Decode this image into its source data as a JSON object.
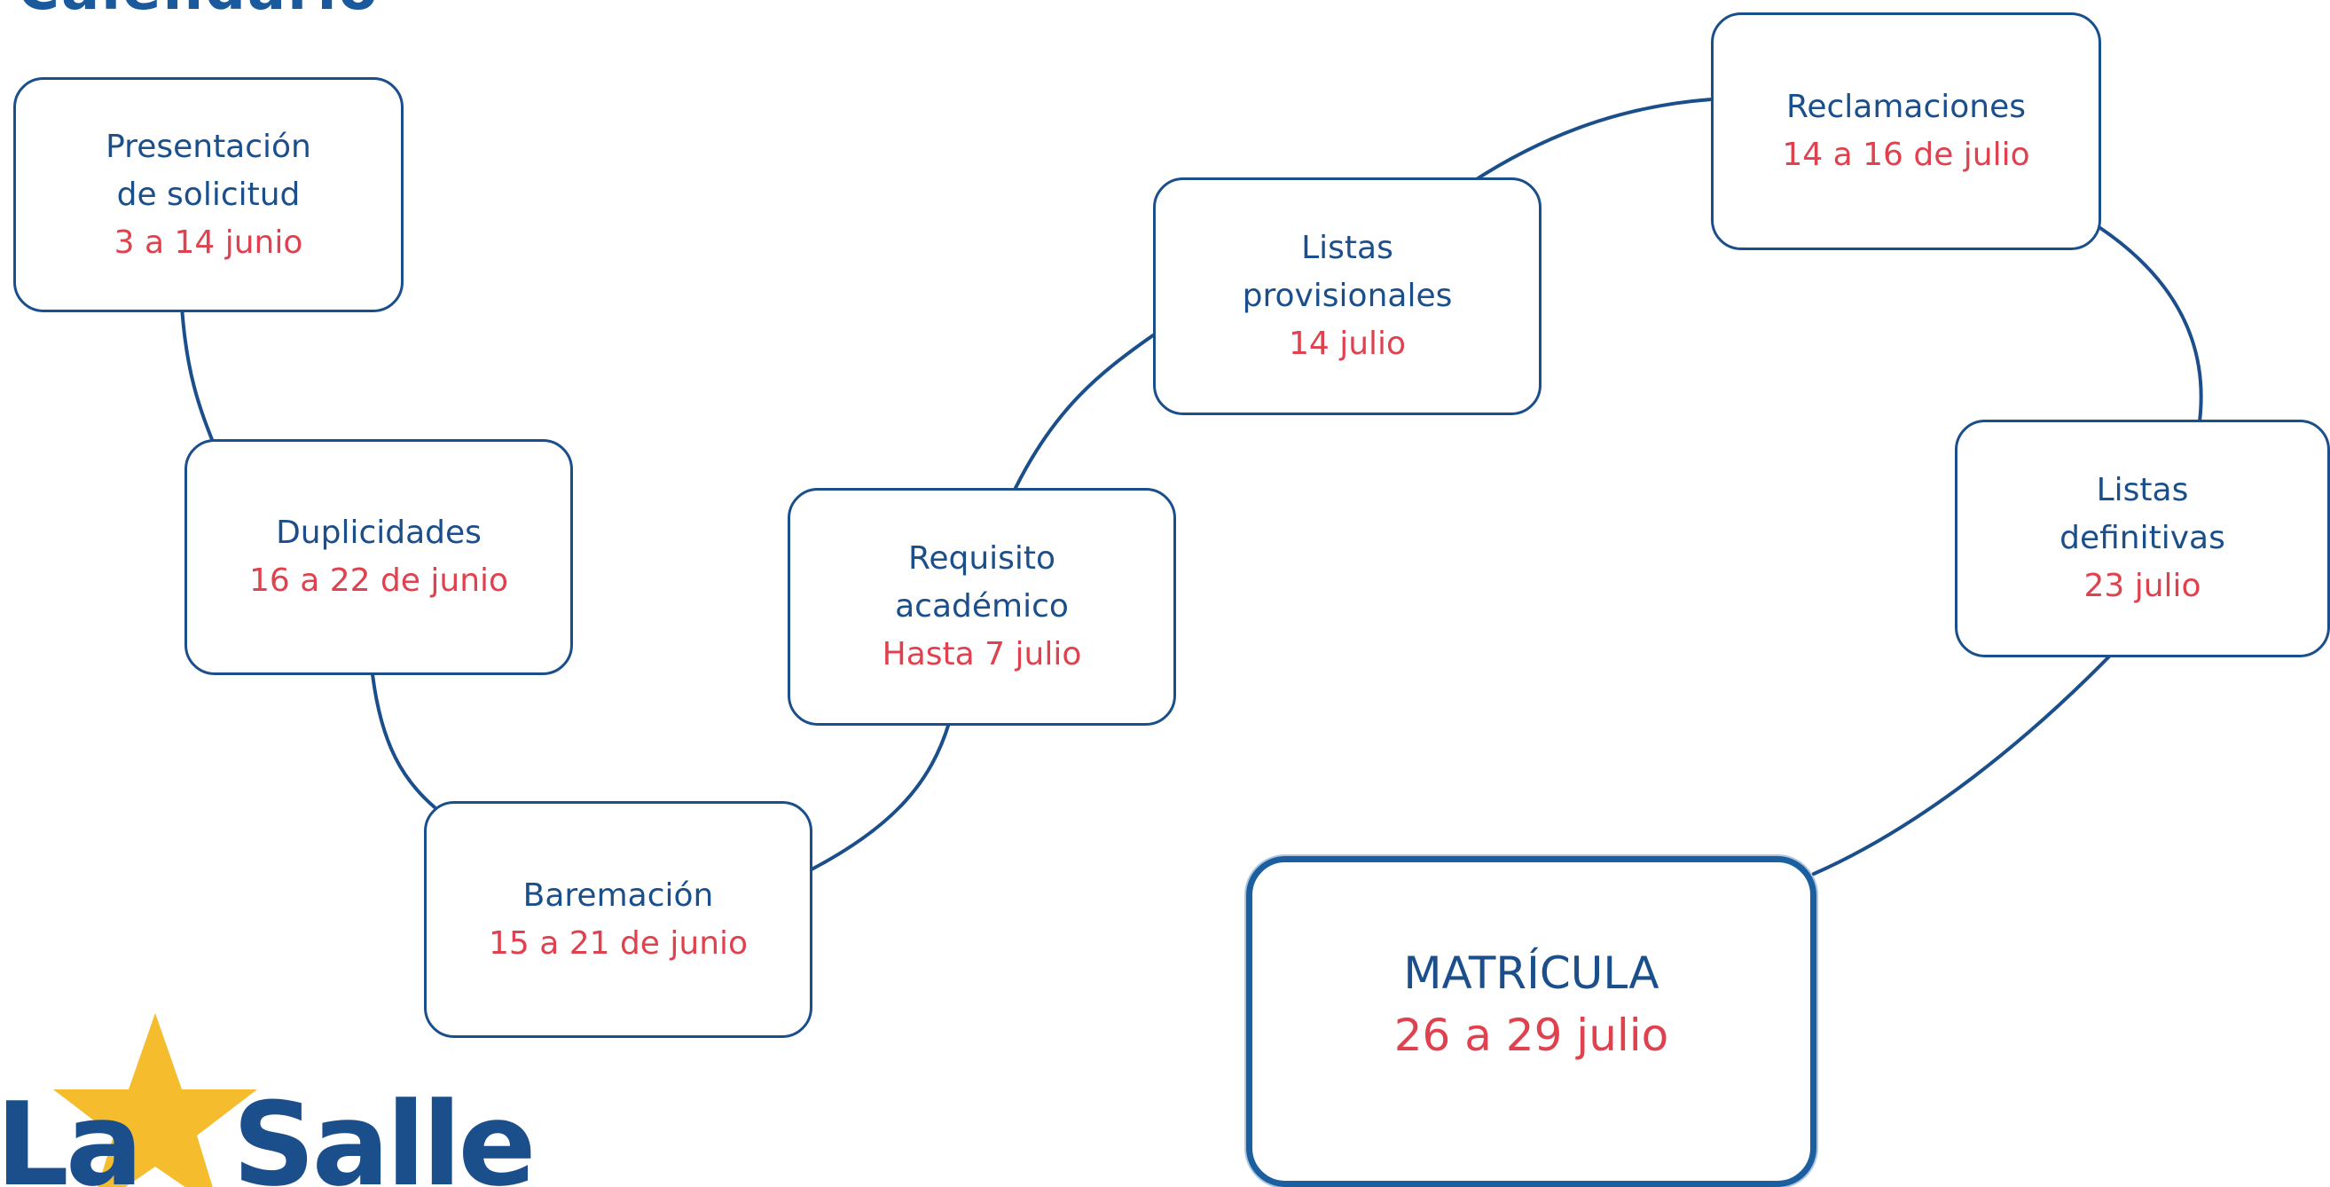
{
  "title": "Calendario",
  "steps": [
    {
      "label": "Presentación\nde solicitud",
      "date": "3 a 14 junio"
    },
    {
      "label": "Duplicidades",
      "date": "16 a 22 de junio"
    },
    {
      "label": "Baremación",
      "date": "15 a 21 de junio"
    },
    {
      "label": "Requisito\nacadémico",
      "date": "Hasta 7 julio"
    },
    {
      "label": "Listas\nprovisionales",
      "date": "14 julio"
    },
    {
      "label": "Reclamaciones",
      "date": "14 a 16 de julio"
    },
    {
      "label": "Listas\ndefinitivas",
      "date": "23 julio"
    },
    {
      "label": "MATRÍCULA",
      "date": "26 a 29 julio"
    }
  ],
  "logo": {
    "text": "La Salle",
    "star_color": "#f5bc2e",
    "text_color": "#1b4f8c"
  },
  "colors": {
    "box_text": "#1b4f8c",
    "date_text": "#e0414e",
    "connector": "#1b4f8c"
  }
}
